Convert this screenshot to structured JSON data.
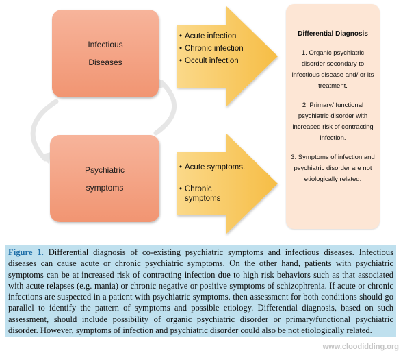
{
  "diagram": {
    "box_infectious": {
      "line1": "Infectious",
      "line2": "Diseases"
    },
    "box_psych": {
      "line1": "Psychiatric",
      "line2": "symptoms"
    },
    "arrow1_items": [
      "Acute infection",
      "Chronic infection",
      "Occult infection"
    ],
    "arrow2_items": [
      "Acute symptoms.",
      "Chronic symptoms"
    ],
    "dd": {
      "title": "Differential Diagnosis",
      "items": [
        "1. Organic psychiatric disorder secondary to infectious disease and/ or its treatment.",
        "2. Primary/ functional psychiatric disorder with increased risk of contracting infection.",
        "3. Symptoms of infection and psychiatric disorder are not etiologically related."
      ]
    }
  },
  "caption": {
    "label": "Figure 1.",
    "text": "Differential diagnosis of co-existing psychiatric symptoms and infectious diseases. Infectious diseases can cause acute or chronic psychiatric symptoms. On the other hand, patients with psychiatric symptoms can be at increased risk of contracting infection due to high risk behaviors such as that associated with acute relapses (e.g. mania) or chronic negative or positive symptoms of schizophrenia. If acute or chronic infections are suspected in a patient with psychiatric symptoms, then assessment for both conditions should go parallel to identify the pattern of symptoms and possible etiology. Differential diagnosis, based on such assessment, should include possibility of organic psychiatric disorder or primary/functional psychiatric disorder. However, symptoms of infection and psychiatric disorder could also be not etiologically related."
  },
  "watermark": "www.cloodidding.org",
  "colors": {
    "box_fill": "#f19572",
    "arrow_fill": "#f7c14e",
    "dd_fill": "#fde6d5",
    "caption_bg": "#bfe0ee",
    "cycle_arrow": "#f0f0f0"
  }
}
